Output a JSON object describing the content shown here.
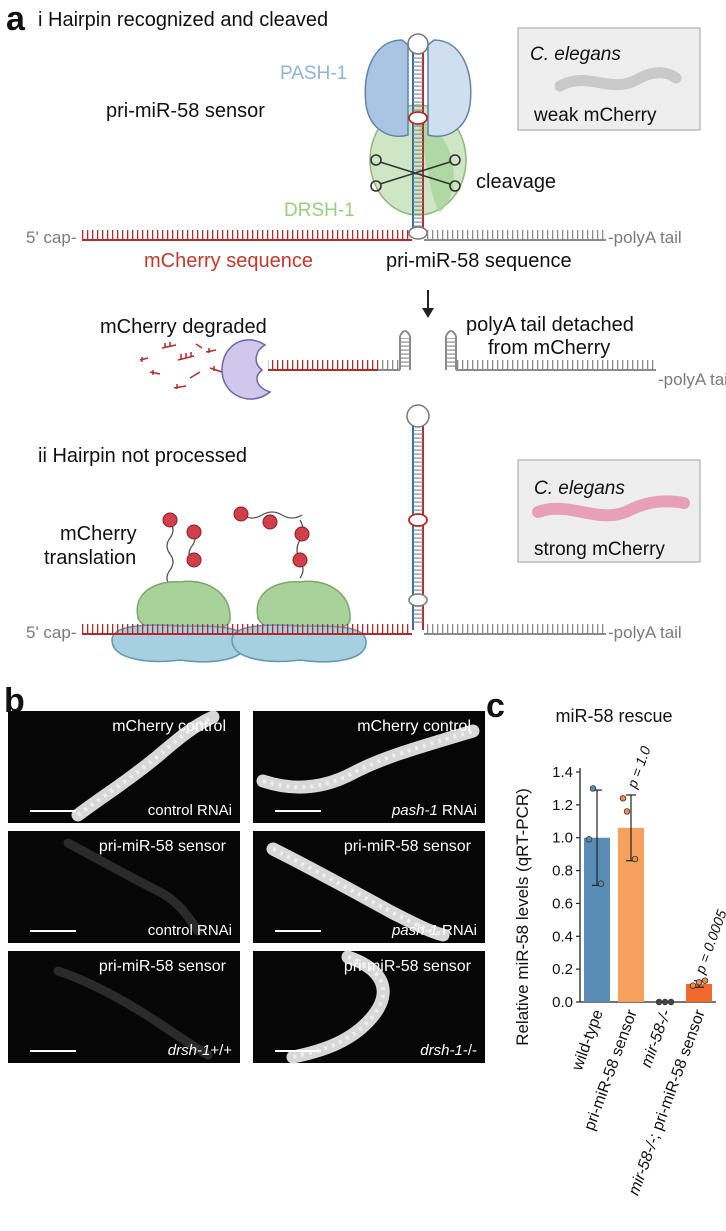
{
  "panel_a": {
    "letter": "a",
    "section_i": "i Hairpin recognized and cleaved",
    "section_ii": "ii Hairpin not processed",
    "pash_label": "PASH-1",
    "drsh_label": "DRSH-1",
    "sensor_label": "pri-miR-58 sensor",
    "cleavage_label": "cleavage",
    "cap_label": "5' cap-",
    "polya_label": "-polyA tail",
    "mcherry_seq_label": "mCherry sequence",
    "primir_seq_label": "pri-miR-58 sequence",
    "degraded_label": "mCherry degraded",
    "detached_line1": "polyA tail detached",
    "detached_line2": "from mCherry",
    "translation_line1": "mCherry",
    "translation_line2": "translation",
    "worm_box_top": {
      "species": "C. elegans",
      "caption": "weak mCherry"
    },
    "worm_box_bottom": {
      "species": "C. elegans",
      "caption": "strong mCherry"
    }
  },
  "panel_b": {
    "letter": "b",
    "images": [
      {
        "top": "mCherry control",
        "bottom": "control RNAi",
        "bottom_gene": "",
        "brightness": "bright"
      },
      {
        "top": "mCherry control",
        "bottom": " RNAi",
        "bottom_gene": "pash-1",
        "brightness": "bright"
      },
      {
        "top": "pri-miR-58 sensor",
        "bottom": "control RNAi",
        "bottom_gene": "",
        "brightness": "dim"
      },
      {
        "top": "pri-miR-58 sensor",
        "bottom": " RNAi",
        "bottom_gene": "pash-1",
        "brightness": "bright"
      },
      {
        "top": "pri-miR-58 sensor",
        "bottom": "+/+",
        "bottom_gene": "drsh-1",
        "brightness": "dim"
      },
      {
        "top": "pri-miR-58 sensor",
        "bottom": "-/-",
        "bottom_gene": "drsh-1",
        "brightness": "bright"
      }
    ]
  },
  "panel_c": {
    "letter": "c",
    "chart_data": {
      "type": "bar",
      "title": "miR-58 rescue",
      "ylabel": "Relative miR-58 levels (qRT-PCR)",
      "ylim": [
        0,
        1.4
      ],
      "yticks": [
        "0.0",
        "0.2",
        "0.4",
        "0.6",
        "0.8",
        "1.0",
        "1.2",
        "1.4"
      ],
      "categories": [
        "wild-type",
        "pri-miR-58 sensor",
        "mir-58-/-",
        "mir-58-/-; pri-miR-58 sensor"
      ],
      "values": [
        1.0,
        1.06,
        0.0,
        0.11
      ],
      "error": [
        0.29,
        0.2,
        0.0,
        0.02
      ],
      "points": [
        [
          1.3,
          0.99,
          0.72
        ],
        [
          1.16,
          1.24,
          0.87
        ],
        [
          0.0,
          0.0,
          0.0
        ],
        [
          0.1,
          0.12,
          0.13
        ]
      ],
      "colors": [
        "#5a8db5",
        "#f6a25e",
        "#5a8db5",
        "#ef6a2c"
      ],
      "annotations": [
        "",
        "p = 1.0",
        "",
        "p = 0.0005"
      ]
    }
  }
}
